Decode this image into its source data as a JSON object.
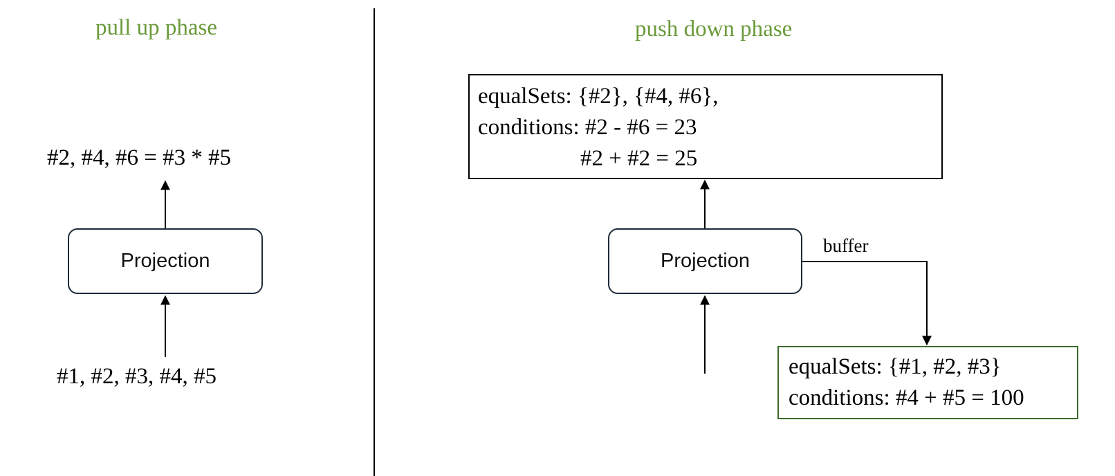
{
  "left": {
    "title": "pull up phase",
    "output_expr": "#2, #4, #6 = #3 * #5",
    "node_label": "Projection",
    "input_expr": "#1, #2, #3, #4, #5"
  },
  "right": {
    "title": "push down phase",
    "top_box": {
      "line1": "equalSets: {#2}, {#4, #6},",
      "line2": "conditions: #2 - #6 = 23",
      "line3": "#2 + #2 = 25"
    },
    "node_label": "Projection",
    "edge_label": "buffer",
    "buffer_box": {
      "line1": "equalSets: {#1, #2, #3}",
      "line2": "conditions: #4 + #5 = 100"
    }
  },
  "colors": {
    "title_green": "#6a9a3a",
    "buffer_box_border": "#3d6b2a",
    "node_border": "#1d2b3a"
  }
}
